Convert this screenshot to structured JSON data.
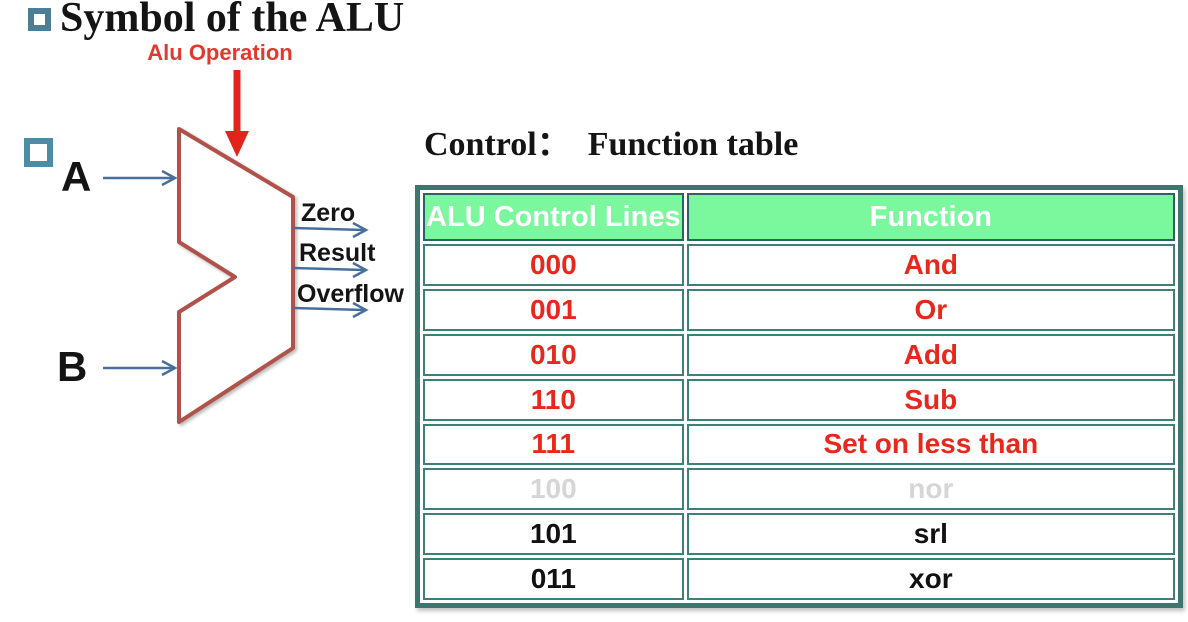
{
  "page": {
    "title": "Symbol of the ALU",
    "section_title": "Control：  Function table"
  },
  "diagram": {
    "operation_label": "Alu Operation",
    "input_a": "A",
    "input_b": "B",
    "outputs": {
      "zero": "Zero",
      "result": "Result",
      "overflow": "Overflow"
    },
    "colors": {
      "alu_outline": "#b0524a",
      "control_arrow_red": "#e1251b",
      "signal_arrow_blue": "#4a6f9a",
      "operation_label_red": "#e0392e",
      "bullet_teal_1": "#4a7f96",
      "bullet_teal_2": "#4e8ba5"
    }
  },
  "table": {
    "headers": [
      "ALU Control Lines",
      "Function"
    ],
    "rows": [
      {
        "code": "000",
        "function": "And",
        "color": "#e8271d"
      },
      {
        "code": "001",
        "function": "Or",
        "color": "#e8271d"
      },
      {
        "code": "010",
        "function": "Add",
        "color": "#e8271d"
      },
      {
        "code": "110",
        "function": "Sub",
        "color": "#e8271d"
      },
      {
        "code": "111",
        "function": "Set on less than",
        "color": "#e8271d"
      },
      {
        "code": "100",
        "function": "nor",
        "color": "#d6d6d6"
      },
      {
        "code": "101",
        "function": "srl",
        "color": "#111111"
      },
      {
        "code": "011",
        "function": "xor",
        "color": "#111111"
      }
    ],
    "colors": {
      "header_bg": "#7bf79e",
      "header_text": "#ffffff",
      "outer_border": "#3e756f",
      "cell_border": "#3d8078"
    }
  }
}
